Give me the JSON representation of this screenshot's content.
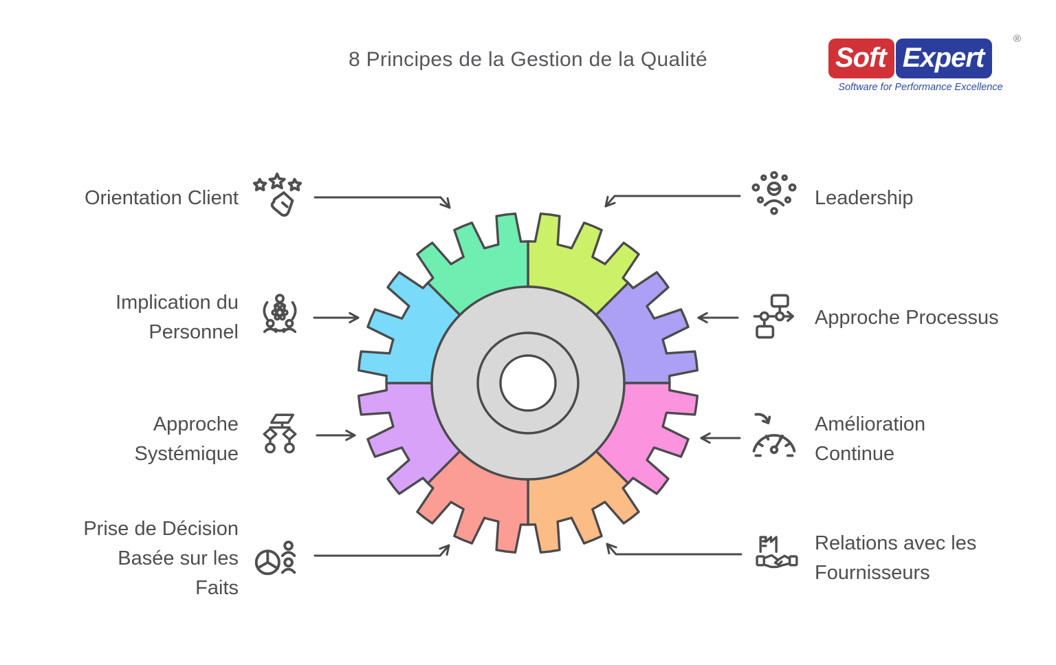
{
  "title": "8 Principes de la Gestion de la Qualité",
  "logo": {
    "name": "SoftExpert",
    "part1": "Soft",
    "part2": "Expert",
    "registered_mark": "®",
    "tagline": "Software for Performance Excellence",
    "part1_bg": "#d03238",
    "part2_bg": "#2b3e9e",
    "tagline_color": "#2d4ba8"
  },
  "principles": {
    "left": [
      {
        "label": "Orientation Client",
        "icon": "stars-hand-icon"
      },
      {
        "label": "Implication du\nPersonnel",
        "icon": "team-gear-icon"
      },
      {
        "label": "Approche\nSystémique",
        "icon": "hierarchy-icon"
      },
      {
        "label": "Prise de Décision\nBasée sur les\nFaits",
        "icon": "pie-people-icon"
      }
    ],
    "right": [
      {
        "label": "Leadership",
        "icon": "leader-influence-icon"
      },
      {
        "label": "Approche Processus",
        "icon": "process-flow-icon"
      },
      {
        "label": "Amélioration\nContinue",
        "icon": "gauge-icon"
      },
      {
        "label": "Relations avec les\nFournisseurs",
        "icon": "factory-handshake-icon"
      }
    ]
  },
  "gear": {
    "body_color": "#d8d8d8",
    "hole_color": "#ffffff",
    "outline_color": "#4b4b4d",
    "segments": [
      {
        "name": "leadership",
        "color": "#ccf168"
      },
      {
        "name": "approche-processus",
        "color": "#aba0f3"
      },
      {
        "name": "amelioration-continue",
        "color": "#fc93df"
      },
      {
        "name": "relations-fournisseurs",
        "color": "#fbbc85"
      },
      {
        "name": "prise-de-decision",
        "color": "#fc9d95"
      },
      {
        "name": "approche-systemique",
        "color": "#d9a2f9"
      },
      {
        "name": "implication-personnel",
        "color": "#79dbf9"
      },
      {
        "name": "orientation-client",
        "color": "#6feeb2"
      }
    ]
  },
  "arrow_color": "#4a4a4b"
}
